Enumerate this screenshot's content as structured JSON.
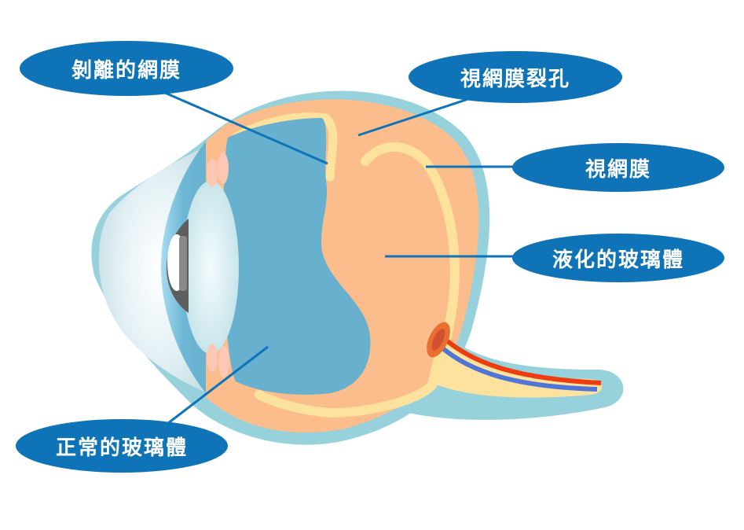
{
  "diagram": {
    "title": "Retinal detachment eye cross-section",
    "colors": {
      "label_bg": "#0f73b8",
      "label_text": "#ffffff",
      "leader_line": "#0f73b8",
      "sclera_outline": "#97d2dc",
      "choroid": "#fcbd8d",
      "retina": "#fde29d",
      "vitreous": "#67b1cf",
      "lens": "#c8e6ec",
      "iris": "#5e5e5e",
      "ciliary": "#fcc7b4",
      "optic_disc": "#e86f30",
      "artery": "#ef3b10",
      "vein": "#4f75d6"
    },
    "labels": [
      {
        "id": "detached-retina",
        "text": "剝離的網膜"
      },
      {
        "id": "retinal-tear",
        "text": "視網膜裂孔"
      },
      {
        "id": "retina",
        "text": "視網膜"
      },
      {
        "id": "liquefied-vitreous",
        "text": "液化的玻璃體"
      },
      {
        "id": "normal-vitreous",
        "text": "正常的玻璃體"
      }
    ]
  }
}
